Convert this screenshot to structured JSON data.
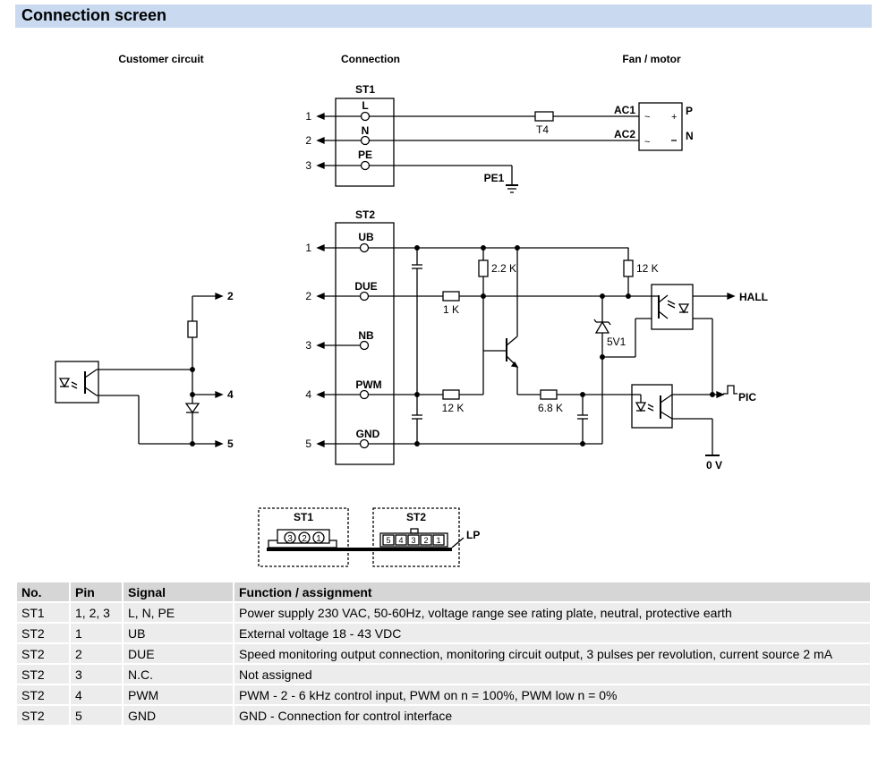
{
  "page": {
    "title": "Connection screen"
  },
  "diagram": {
    "headings": {
      "customer": "Customer circuit",
      "connection": "Connection",
      "fan": "Fan / motor"
    },
    "st1": {
      "label": "ST1",
      "pins": [
        "L",
        "N",
        "PE"
      ],
      "numbers": [
        "1",
        "2",
        "3"
      ]
    },
    "st2": {
      "label": "ST2",
      "pins": [
        "UB",
        "DUE",
        "NB",
        "PWM",
        "GND"
      ],
      "numbers": [
        "1",
        "2",
        "3",
        "4",
        "5"
      ]
    },
    "components": {
      "fuse": "T4",
      "ac1": "AC1",
      "ac2": "AC2",
      "p": "P",
      "n": "N",
      "pe1": "PE1",
      "r_2k2": "2.2 K",
      "r_12k_top": "12 K",
      "r_1k": "1 K",
      "r_12k_pwm": "12 K",
      "r_6k8": "6.8 K",
      "zener": "5V1",
      "hall": "HALL",
      "pic": "PIC",
      "zero_v": "0 V",
      "bridge_minus": "~",
      "bridge_plus": "+"
    },
    "customer_pins": [
      "2",
      "4",
      "5"
    ],
    "layout_box": {
      "st1": "ST1",
      "st2": "ST2",
      "lp": "LP",
      "st1_pins": [
        "3",
        "2",
        "1"
      ],
      "st2_pins": [
        "5",
        "4",
        "3",
        "2",
        "1"
      ]
    }
  },
  "table": {
    "headers": [
      "No.",
      "Pin",
      "Signal",
      "Function / assignment"
    ],
    "rows": [
      [
        "ST1",
        "1, 2, 3",
        "L, N, PE",
        "Power supply 230 VAC, 50-60Hz, voltage range see rating plate, neutral, protective earth"
      ],
      [
        "ST2",
        "1",
        "UB",
        "External voltage 18 - 43 VDC"
      ],
      [
        "ST2",
        "2",
        "DUE",
        "Speed monitoring output connection, monitoring circuit output, 3 pulses per revolution, current source 2 mA"
      ],
      [
        "ST2",
        "3",
        "N.C.",
        "Not assigned"
      ],
      [
        "ST2",
        "4",
        "PWM",
        "PWM - 2 - 6 kHz control input, PWM on n = 100%, PWM low n = 0%"
      ],
      [
        "ST2",
        "5",
        "GND",
        "GND - Connection for control interface"
      ]
    ]
  }
}
